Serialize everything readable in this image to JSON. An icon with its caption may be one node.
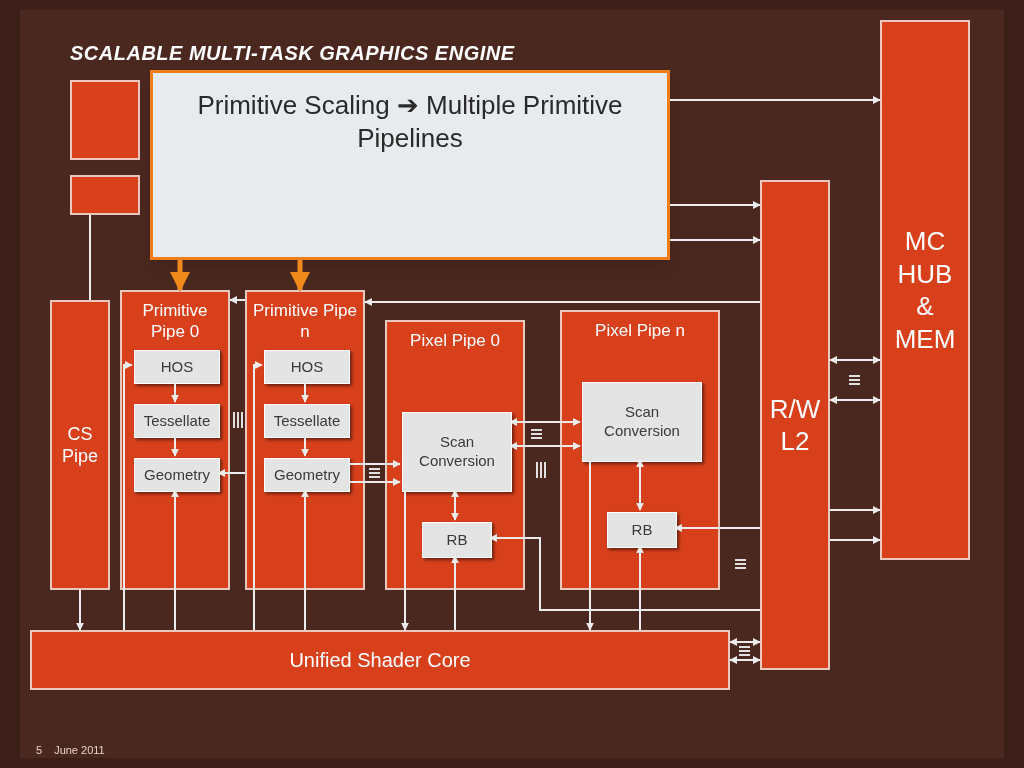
{
  "diagram": {
    "title": "SCALABLE MULTI-TASK GRAPHICS ENGINE",
    "nodes": [
      {
        "text": [],
        "shape": "box"
      },
      {
        "text": [],
        "shape": "box"
      },
      {
        "text": [
          "Primitive Scaling ➔ Multiple Primitive Pipelines"
        ]
      },
      {
        "text": [
          "CS Pipe"
        ]
      },
      {
        "text": [
          "Primitive Pipe 0"
        ]
      },
      {
        "text": [
          "HOS"
        ],
        "in": 4
      },
      {
        "text": [
          "Tessellate"
        ],
        "in": 4
      },
      {
        "text": [
          "Geometry"
        ],
        "in": 4
      },
      {
        "text": [
          "Primitive Pipe n"
        ]
      },
      {
        "text": [
          "HOS"
        ],
        "in": 8
      },
      {
        "text": [
          "Tessellate"
        ],
        "in": 8
      },
      {
        "text": [
          "Geometry"
        ],
        "in": 8
      },
      {
        "text": [
          "Pixel Pipe 0"
        ]
      },
      {
        "text": [
          "Scan Conversion"
        ],
        "in": 12
      },
      {
        "text": [
          "RB"
        ],
        "in": 12
      },
      {
        "text": [
          "Pixel Pipe n"
        ]
      },
      {
        "text": [
          "Scan Conversion"
        ],
        "in": 15
      },
      {
        "text": [
          "RB"
        ],
        "in": 15
      },
      {
        "text": [
          "R/W L2"
        ]
      },
      {
        "text": [
          "MC HUB & MEM"
        ]
      },
      {
        "text": [
          "Unified Shader Core"
        ]
      }
    ],
    "edges": [
      {
        "from": 5,
        "to": 6,
        "arrow": "to"
      },
      {
        "from": 6,
        "to": 7,
        "arrow": "to"
      },
      {
        "from": 9,
        "to": 10,
        "arrow": "to"
      },
      {
        "from": 10,
        "to": 11,
        "arrow": "to"
      },
      {
        "from": 13,
        "to": 14,
        "arrow": "both"
      },
      {
        "from": 16,
        "to": 17,
        "arrow": "both"
      },
      {
        "from": 13,
        "to": 16,
        "arrow": "both"
      },
      {
        "from": 13,
        "to": 16,
        "arrow": "both"
      },
      {
        "from": 11,
        "to": 13,
        "arrow": "to"
      },
      {
        "from": 11,
        "to": 13,
        "arrow": "to"
      },
      {
        "from": 8,
        "to": 7,
        "arrow": "to"
      },
      {
        "from": 8,
        "to": 4,
        "arrow": "to"
      },
      {
        "from": 2,
        "to": 4,
        "arrow": "to",
        "style": "thick",
        "color": "#f08a1c"
      },
      {
        "from": 2,
        "to": 8,
        "arrow": "to",
        "style": "thick",
        "color": "#f08a1c"
      },
      {
        "from": 2,
        "to": 19,
        "arrow": "to"
      },
      {
        "from": 2,
        "to": 18,
        "arrow": "to"
      },
      {
        "from": 2,
        "to": 18,
        "arrow": "to"
      },
      {
        "from": 18,
        "to": 8,
        "arrow": "to"
      },
      {
        "from": 18,
        "to": 14,
        "arrow": "to"
      },
      {
        "from": 18,
        "to": 17,
        "arrow": "to"
      },
      {
        "from": 18,
        "to": 19,
        "arrow": "both"
      },
      {
        "from": 18,
        "to": 19,
        "arrow": "both"
      },
      {
        "from": 18,
        "to": 19,
        "arrow": "to"
      },
      {
        "from": 18,
        "to": 19,
        "arrow": "to"
      },
      {
        "from": 20,
        "to": 18,
        "arrow": "both"
      },
      {
        "from": 20,
        "to": 18,
        "arrow": "both"
      },
      {
        "from": 1,
        "to": 3,
        "arrow": "none"
      },
      {
        "from": 3,
        "to": 20,
        "arrow": "to"
      },
      {
        "from": 20,
        "to": 5,
        "arrow": "to"
      },
      {
        "from": 20,
        "to": 7,
        "arrow": "to"
      },
      {
        "from": 20,
        "to": 9,
        "arrow": "to"
      },
      {
        "from": 20,
        "to": 11,
        "arrow": "to"
      },
      {
        "from": 13,
        "to": 20,
        "arrow": "to"
      },
      {
        "from": 20,
        "to": 14,
        "arrow": "to"
      },
      {
        "from": 16,
        "to": 20,
        "arrow": "to"
      },
      {
        "from": 20,
        "to": 17,
        "arrow": "to"
      }
    ],
    "labels": [
      "5",
      "June 2011"
    ]
  }
}
